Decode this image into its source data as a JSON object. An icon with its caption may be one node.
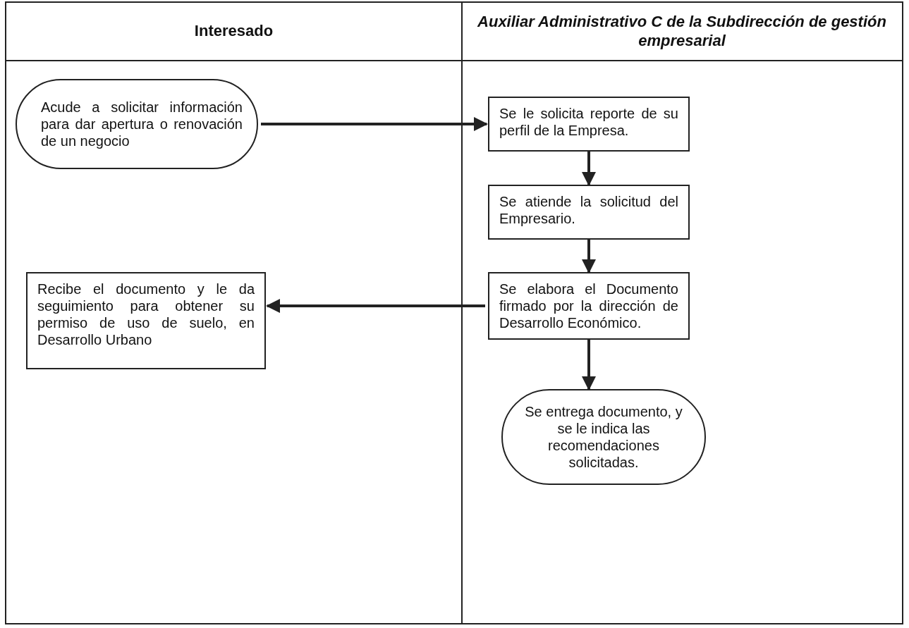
{
  "diagram": {
    "nodes": [
      {
        "text": [
          "Interesado"
        ]
      },
      {
        "text": [
          "Auxiliar Administrativo C de la Subdirección de gestión empresarial"
        ]
      },
      {
        "text": [
          "Acude a solicitar información para dar apertura o renovación de un negocio"
        ],
        "in": 0
      },
      {
        "text": [
          "Se le solicita reporte de su perfil de la Empresa."
        ],
        "in": 1
      },
      {
        "text": [
          "Se atiende la solicitud del Empresario."
        ],
        "in": 1
      },
      {
        "text": [
          "Recibe el documento y le da seguimiento para obtener su permiso de uso de suelo, en Desarrollo Urbano"
        ],
        "in": 0
      },
      {
        "text": [
          "Se elabora el Documento firmado por la dirección de Desarrollo Económico."
        ],
        "in": 1
      },
      {
        "text": [
          "Se entrega documento, y se le indica las recomendaciones solicitadas."
        ],
        "in": 1
      }
    ],
    "edges": [
      {
        "from": 2,
        "to": 3,
        "arrow": "to"
      },
      {
        "from": 3,
        "to": 4,
        "arrow": "to"
      },
      {
        "from": 4,
        "to": 6,
        "arrow": "to"
      },
      {
        "from": 6,
        "to": 5,
        "arrow": "to"
      },
      {
        "from": 6,
        "to": 7,
        "arrow": "to"
      }
    ]
  }
}
